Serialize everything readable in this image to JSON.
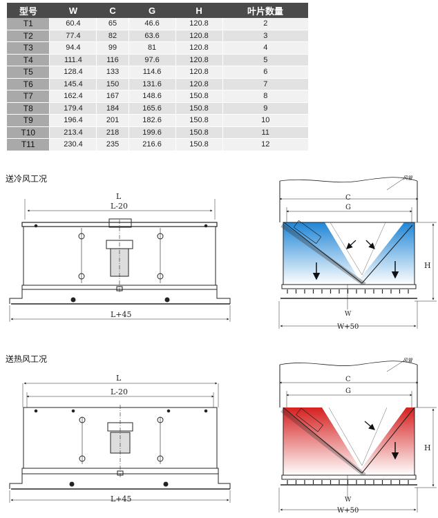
{
  "table": {
    "headers": [
      "型号",
      "W",
      "C",
      "G",
      "H",
      "叶片数量"
    ],
    "rows": [
      [
        "T1",
        "60.4",
        "65",
        "46.6",
        "120.8",
        "2"
      ],
      [
        "T2",
        "77.4",
        "82",
        "63.6",
        "120.8",
        "3"
      ],
      [
        "T3",
        "94.4",
        "99",
        "81",
        "120.8",
        "4"
      ],
      [
        "T4",
        "111.4",
        "116",
        "97.6",
        "120.8",
        "5"
      ],
      [
        "T5",
        "128.4",
        "133",
        "114.6",
        "120.8",
        "6"
      ],
      [
        "T6",
        "145.4",
        "150",
        "131.6",
        "120.8",
        "7"
      ],
      [
        "T7",
        "162.4",
        "167",
        "148.6",
        "150.8",
        "8"
      ],
      [
        "T8",
        "179.4",
        "184",
        "165.6",
        "150.8",
        "9"
      ],
      [
        "T9",
        "196.4",
        "201",
        "182.6",
        "150.8",
        "10"
      ],
      [
        "T10",
        "213.4",
        "218",
        "199.6",
        "150.8",
        "11"
      ],
      [
        "T11",
        "230.4",
        "235",
        "216.6",
        "150.8",
        "12"
      ]
    ]
  },
  "cold": {
    "title": "送冷风工况",
    "dim_L": "L",
    "dim_L20": "L-20",
    "dim_L45": "L+45",
    "dim_C": "C",
    "dim_G": "G",
    "dim_H": "H",
    "dim_W": "W",
    "dim_W50": "W+50",
    "duct_label": "风管",
    "gradient": [
      "#1f86d6",
      "#ffffff"
    ]
  },
  "hot": {
    "title": "送热风工况",
    "dim_L": "L",
    "dim_L20": "L-20",
    "dim_L45": "L+45",
    "dim_C": "C",
    "dim_G": "G",
    "dim_H": "H",
    "dim_W": "W",
    "dim_W50": "W+50",
    "duct_label": "风管",
    "gradient": [
      "#d62020",
      "#ffffff"
    ]
  }
}
